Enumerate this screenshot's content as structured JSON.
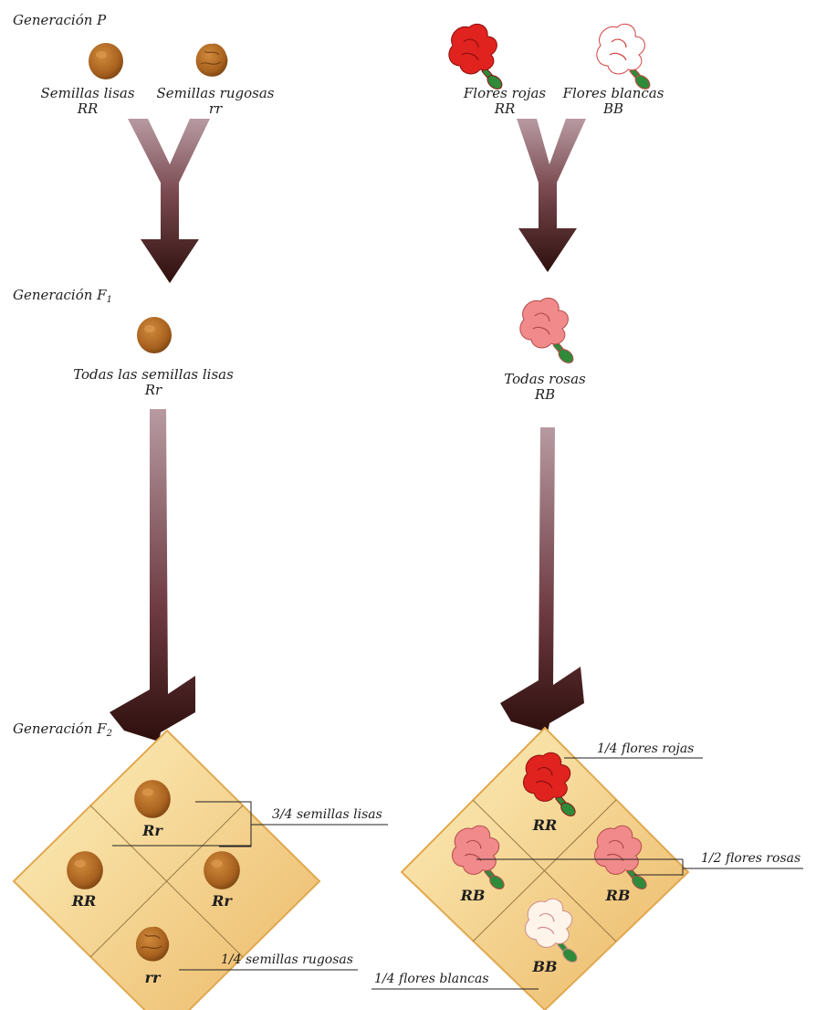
{
  "generations": {
    "p": {
      "label": "Generación P"
    },
    "f1": {
      "label": "Generación F",
      "sub": "1"
    },
    "f2": {
      "label": "Generación F",
      "sub": "2"
    }
  },
  "seeds": {
    "parents": [
      {
        "name": "Semillas lisas",
        "genotype": "RR"
      },
      {
        "name": "Semillas rugosas",
        "genotype": "rr"
      }
    ],
    "f1": {
      "name": "Todas las semillas lisas",
      "genotype": "Rr"
    },
    "f2_cells": {
      "top": "Rr",
      "left": "RR",
      "right": "Rr",
      "bottom": "rr"
    },
    "ratios": {
      "smooth": "3/4 semillas lisas",
      "wrinkled": "1/4 semillas rugosas"
    }
  },
  "flowers": {
    "parents": [
      {
        "name": "Flores rojas",
        "genotype": "RR"
      },
      {
        "name": "Flores blancas",
        "genotype": "BB"
      }
    ],
    "f1": {
      "name": "Todas rosas",
      "genotype": "RB"
    },
    "f2_cells": {
      "top": "RR",
      "left": "RB",
      "right": "RB",
      "bottom": "BB"
    },
    "ratios": {
      "red": "1/4 flores rojas",
      "pink": "1/2 flores rosas",
      "white": "1/4 flores blancas"
    }
  },
  "colors": {
    "seed": "#b06a28",
    "arrow_dark": "#2e0f0d",
    "arrow_light": "#b89aa2",
    "tile_light": "#fbe7a6",
    "tile_dark": "#e9b45c",
    "flower_red": "#e0231e",
    "flower_pink": "#f18a8a",
    "leaf": "#2f8a3a"
  }
}
